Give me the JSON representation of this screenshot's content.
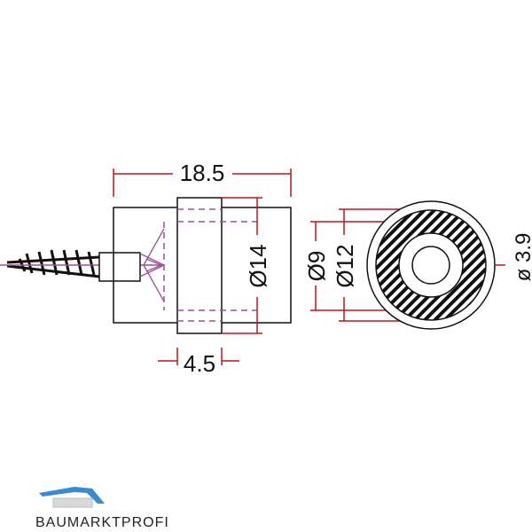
{
  "dimensions": {
    "overall_length": "18.5",
    "collar_width": "4.5",
    "diameter_body": "Ø14",
    "diameter_inner": "Ø9",
    "diameter_ring": "Ø12",
    "diameter_hole": "ø 3.9"
  },
  "logo": {
    "text": "BAUMARKTPROFI"
  },
  "colors": {
    "outline": "#111111",
    "dimension": "#c0141c",
    "hidden": "#9b4f9b",
    "logo_blue": "#3a8ad0"
  }
}
